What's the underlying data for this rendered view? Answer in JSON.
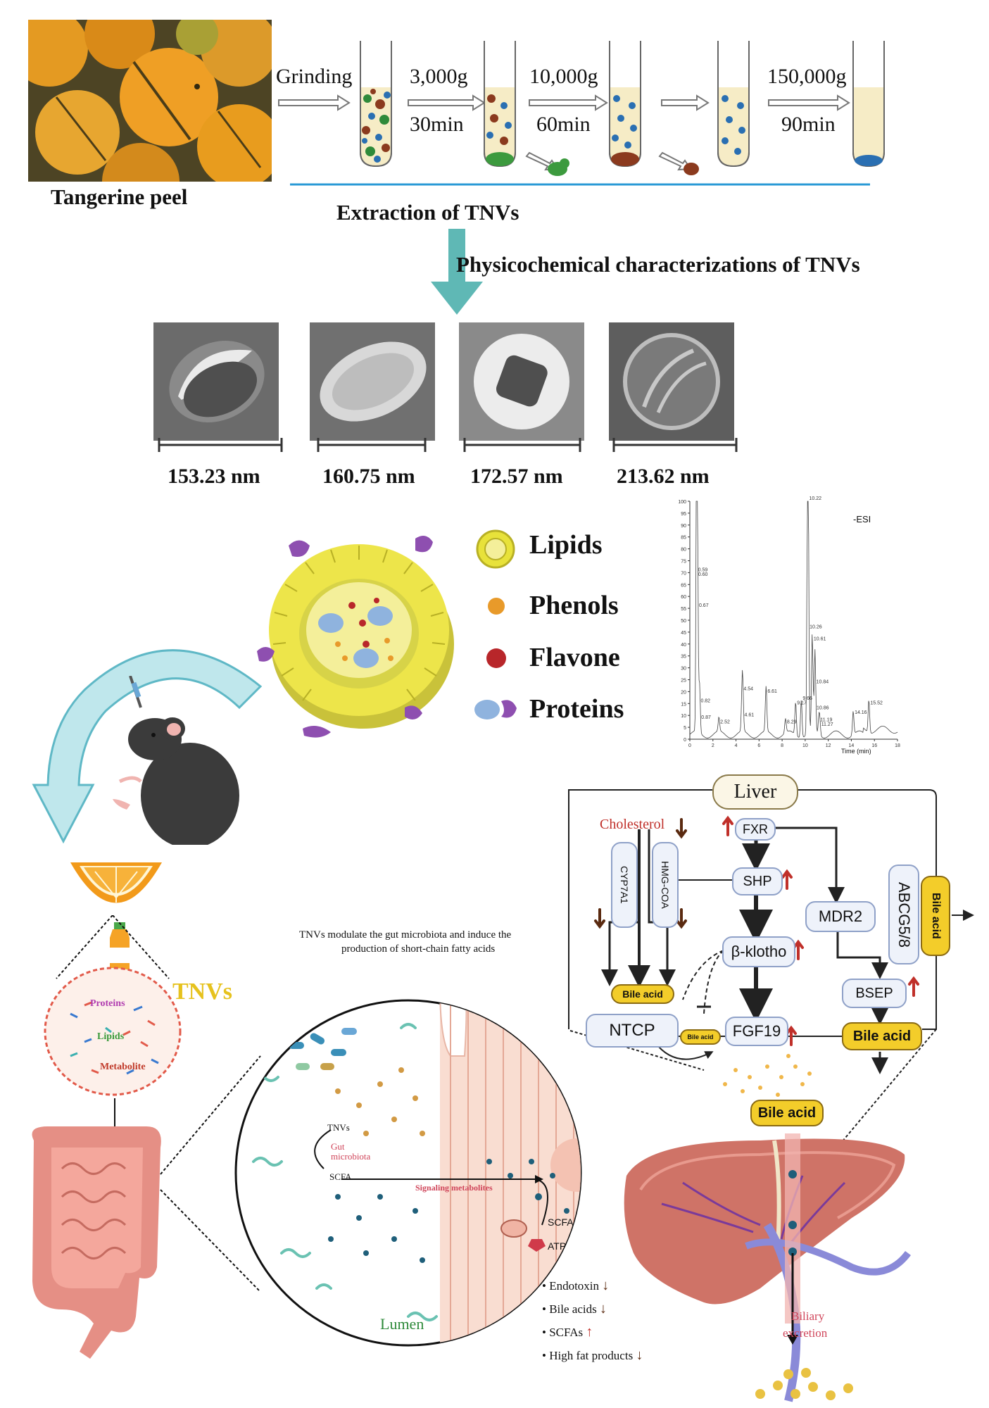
{
  "extraction": {
    "source_label": "Tangerine peel",
    "title": "Extraction of TNVs",
    "steps": [
      {
        "top": "Grinding",
        "bottom": ""
      },
      {
        "top": "3,000g",
        "bottom": "30min"
      },
      {
        "top": "10,000g",
        "bottom": "60min"
      },
      {
        "top": "",
        "bottom": ""
      },
      {
        "top": "150,000g",
        "bottom": "90min"
      }
    ]
  },
  "characterization": {
    "title": "Physicochemical characterizations  of TNVs",
    "tem_sizes": [
      "153.23 nm",
      "160.75 nm",
      "172.57 nm",
      "213.62 nm"
    ]
  },
  "composition": {
    "legend": [
      "Lipids",
      "Phenols",
      "Flavone",
      "Proteins"
    ],
    "colors": {
      "lipids": "#e8e23a",
      "phenols": "#e89a2a",
      "flavone": "#b8262a",
      "proteins": "#8fb3de",
      "proteins2": "#8e4fb0"
    }
  },
  "chromatogram": {
    "mode": "-ESI",
    "x_label": "Time (min)",
    "y_ticks": [
      "0",
      "5",
      "10",
      "15",
      "20",
      "25",
      "30",
      "35",
      "40",
      "45",
      "50",
      "55",
      "60",
      "65",
      "70",
      "75",
      "80",
      "85",
      "90",
      "95",
      "100"
    ],
    "x_ticks": [
      "0",
      "2",
      "4",
      "6",
      "8",
      "10",
      "12",
      "14",
      "16",
      "18"
    ],
    "peaks": [
      {
        "t": "0.59",
        "h": 70
      },
      {
        "t": "0.60",
        "h": 68
      },
      {
        "t": "0.67",
        "h": 55
      },
      {
        "t": "0.82",
        "h": 15
      },
      {
        "t": "0.87",
        "h": 8
      },
      {
        "t": "2.52",
        "h": 6
      },
      {
        "t": "4.54",
        "h": 20
      },
      {
        "t": "4.61",
        "h": 9
      },
      {
        "t": "6.61",
        "h": 19
      },
      {
        "t": "8.29",
        "h": 6
      },
      {
        "t": "9.17",
        "h": 14
      },
      {
        "t": "9.66",
        "h": 16
      },
      {
        "t": "10.22",
        "h": 100
      },
      {
        "t": "10.26",
        "h": 46
      },
      {
        "t": "10.61",
        "h": 41
      },
      {
        "t": "10.84",
        "h": 23
      },
      {
        "t": "10.86",
        "h": 12
      },
      {
        "t": "11.19",
        "h": 7
      },
      {
        "t": "11.27",
        "h": 5
      },
      {
        "t": "14.16",
        "h": 10
      },
      {
        "t": "15.52",
        "h": 14
      }
    ]
  },
  "tnvs_label": "TNVs",
  "tnv_contents": [
    "Proteins",
    "Lipids",
    "Metabolite"
  ],
  "gut": {
    "caption_line1": "TNVs modulate the gut microbiota and induce the",
    "caption_line2": "production of short-chain fatty acids",
    "tnvs": "TNVs",
    "gut_microbiota": "Gut microbiota",
    "scfa_left": "SCFA",
    "signaling": "Signaling metabolites",
    "scfa_right": "SCFA",
    "atp": "ATP",
    "lumen": "Lumen"
  },
  "outcomes": [
    "Endotoxin",
    "Bile acids",
    "SCFAs",
    "High fat products"
  ],
  "liver": {
    "title": "Liver",
    "cholesterol": "Cholesterol",
    "fxr": "FXR",
    "shp": "SHP",
    "cyp7a1": "CYP7A1",
    "hmg": "HMG-COA",
    "mdr2": "MDR2",
    "abcg": "ABCG5/8",
    "bile_acid_v": "Bile acid",
    "bklotho": "β-klotho",
    "bsep": "BSEP",
    "ntcp": "NTCP",
    "fgf19": "FGF19",
    "bile_acid_small": "Bile acid",
    "bile_acid": "Bile acid",
    "bile_acid_mid": "Bile acid",
    "bile_acid_out": "Bile acid",
    "biliary1": "Biliary",
    "biliary2": "excretion"
  }
}
